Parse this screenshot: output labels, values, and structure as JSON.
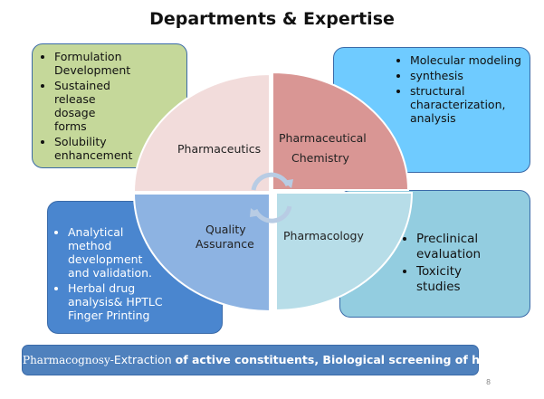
{
  "title": "Departments & Expertise",
  "boxes": {
    "pharmaceutics": [
      "Formulation Development",
      "Sustained release dosage forms",
      "Solubility enhancement"
    ],
    "chemistry": [
      "Molecular modeling",
      "synthesis",
      "structural characterization, analysis"
    ],
    "qa": [
      "Analytical method development and validation.",
      "Herbal drug analysis& HPTLC Finger Printing"
    ],
    "pharmacology": [
      "Preclinical evaluation",
      "Toxicity studies"
    ]
  },
  "quadrants": {
    "pharmaceutics": "Pharmaceutics",
    "chem1": "Pharmaceutical",
    "chem2": "Chemistry",
    "qa1": "Quality",
    "qa2": "Assurance",
    "pharmacology": "Pharmacology"
  },
  "bottom": {
    "part1": "Pharmacognosy-",
    "part2": "Extraction ",
    "part3": "of active constituents, Biological screening of herbal Extracts"
  },
  "page_number": "8",
  "colors": {
    "green": "#c5d89a",
    "light_blue": "#6fcbff",
    "dark_blue": "#4a86cf",
    "teal": "#93cde0",
    "q1": "#f2dcdb",
    "q2": "#d99694",
    "q3": "#8db3e2",
    "q4": "#b7dde8"
  }
}
